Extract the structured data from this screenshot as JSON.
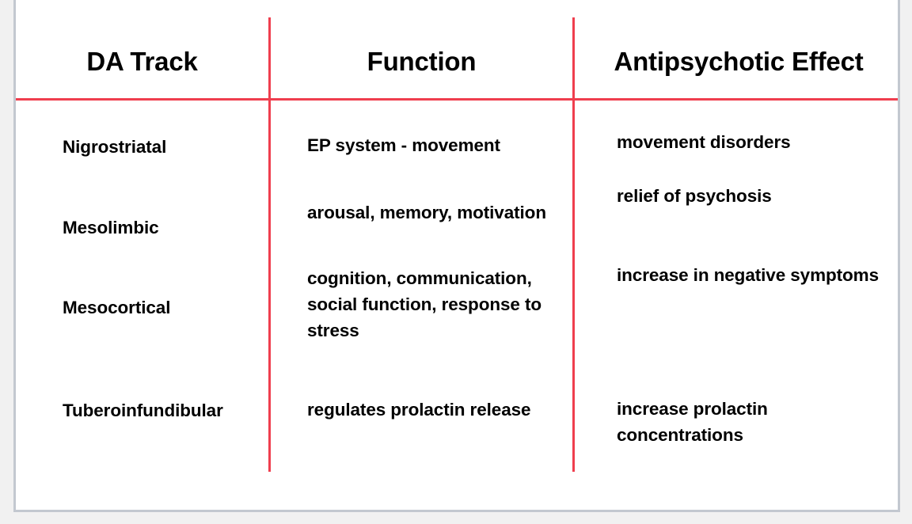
{
  "slide": {
    "frame_border_color": "#c3c8d0",
    "background_color": "#f1f1f1",
    "surface_color": "#ffffff"
  },
  "table": {
    "rule_color": "#ef3e4e",
    "columns": [
      {
        "key": "da_track",
        "header": "DA Track"
      },
      {
        "key": "function",
        "header": "Function"
      },
      {
        "key": "antipsychotic_effect",
        "header": "Antipsychotic Effect"
      }
    ],
    "rows": [
      {
        "da_track": "Nigrostriatal",
        "function": "EP system - movement",
        "antipsychotic_effect": "movement disorders"
      },
      {
        "da_track": "Mesolimbic",
        "function": "arousal, memory, motivation",
        "antipsychotic_effect": "relief of psychosis"
      },
      {
        "da_track": "Mesocortical",
        "function": "cognition, communication, social function, response to stress",
        "antipsychotic_effect": "increase in negative symptoms"
      },
      {
        "da_track": "Tuberoinfundibular",
        "function": "regulates prolactin release",
        "antipsychotic_effect": "increase prolactin concentrations"
      }
    ]
  }
}
